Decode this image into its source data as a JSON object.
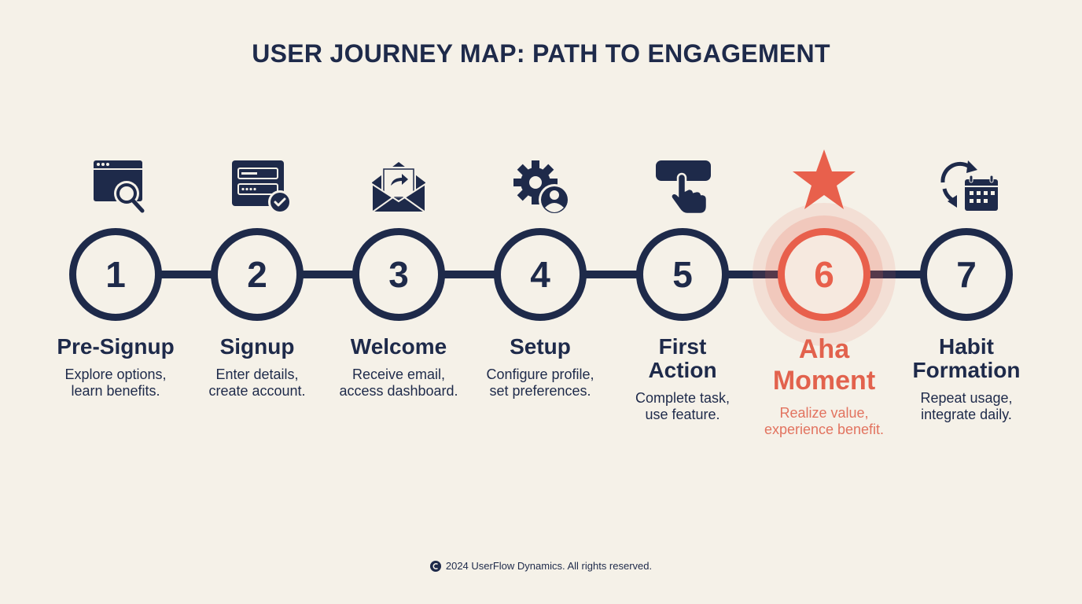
{
  "title": "USER JOURNEY MAP: PATH TO ENGAGEMENT",
  "colors": {
    "background": "#f5f1e8",
    "primary": "#1e2a4a",
    "accent": "#e8604c"
  },
  "steps": [
    {
      "number": "1",
      "title": "Pre-Signup",
      "desc1": "Explore options,",
      "desc2": "learn benefits.",
      "icon": "browser-search-icon"
    },
    {
      "number": "2",
      "title": "Signup",
      "desc1": "Enter details,",
      "desc2": "create account.",
      "icon": "form-check-icon"
    },
    {
      "number": "3",
      "title": "Welcome",
      "desc1": "Receive email,",
      "desc2": "access dashboard.",
      "icon": "open-envelope-icon"
    },
    {
      "number": "4",
      "title": "Setup",
      "desc1": "Configure profile,",
      "desc2": "set preferences.",
      "icon": "gear-user-icon"
    },
    {
      "number": "5",
      "title1": "First",
      "title2": "Action",
      "desc1": "Complete task,",
      "desc2": "use feature.",
      "icon": "hand-pointer-button-icon"
    },
    {
      "number": "6",
      "title1": "Aha",
      "title2": "Moment",
      "desc1": "Realize value,",
      "desc2": "experience benefit.",
      "icon": "star-icon",
      "highlighted": true
    },
    {
      "number": "7",
      "title1": "Habit",
      "title2": "Formation",
      "desc1": "Repeat usage,",
      "desc2": "integrate daily.",
      "icon": "refresh-calendar-icon"
    }
  ],
  "footer": {
    "text": "2024 UserFlow Dynamics. All rights reserved.",
    "icon": "copyright-icon"
  }
}
